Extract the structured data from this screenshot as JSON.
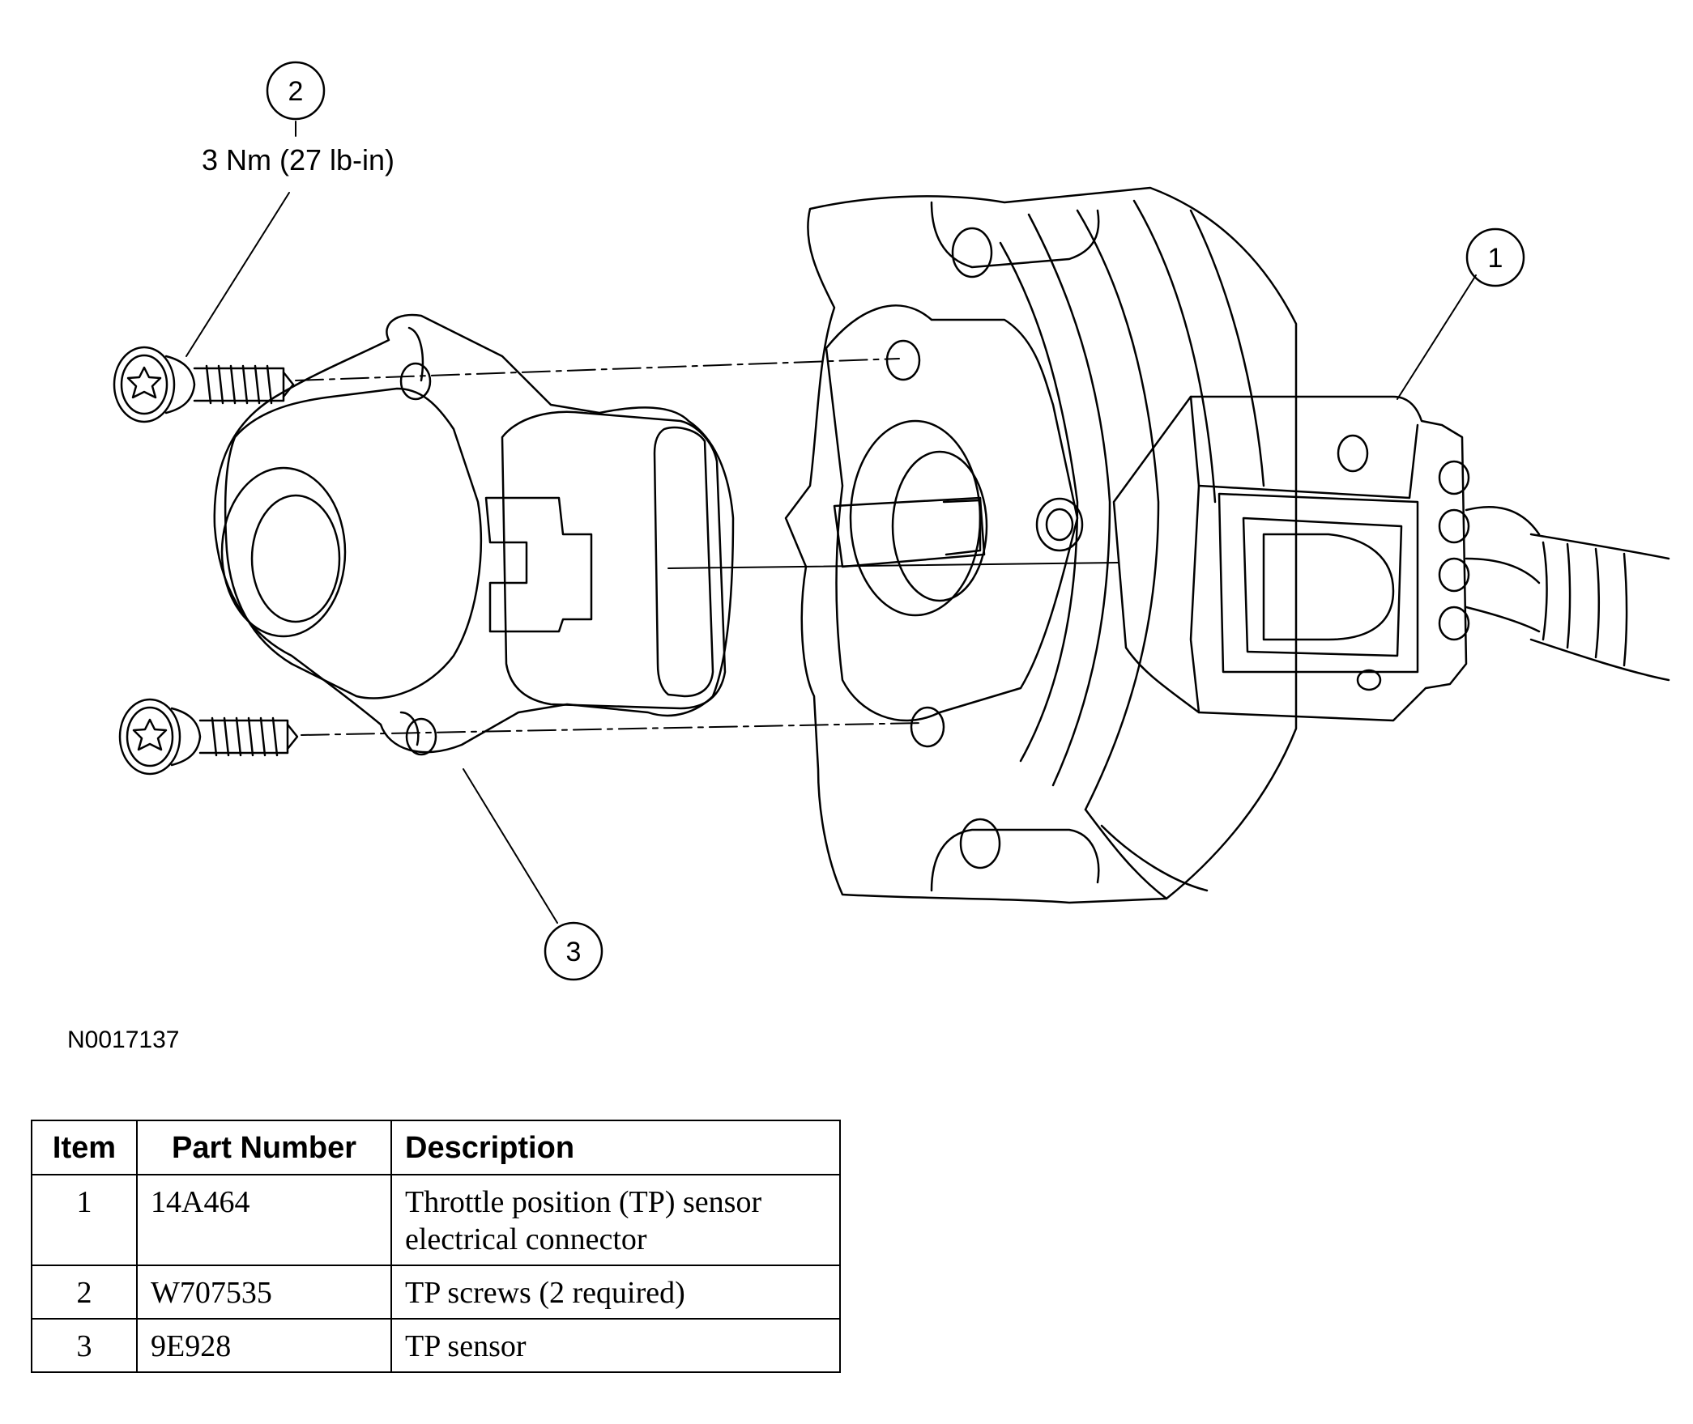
{
  "callouts": [
    {
      "number": "1",
      "target": "tp-sensor-electrical-connector"
    },
    {
      "number": "2",
      "target": "tp-screws"
    },
    {
      "number": "3",
      "target": "tp-sensor"
    }
  ],
  "torque_spec": "3 Nm (27 lb-in)",
  "figure_code": "N0017137",
  "table": {
    "headers": [
      "Item",
      "Part Number",
      "Description"
    ],
    "rows": [
      {
        "item": "1",
        "part_number": "14A464",
        "description_line1": "Throttle position (TP) sensor",
        "description_line2": "electrical connector"
      },
      {
        "item": "2",
        "part_number": "W707535",
        "description_line1": "TP screws (2 required)",
        "description_line2": ""
      },
      {
        "item": "3",
        "part_number": "9E928",
        "description_line1": "TP sensor",
        "description_line2": ""
      }
    ]
  }
}
